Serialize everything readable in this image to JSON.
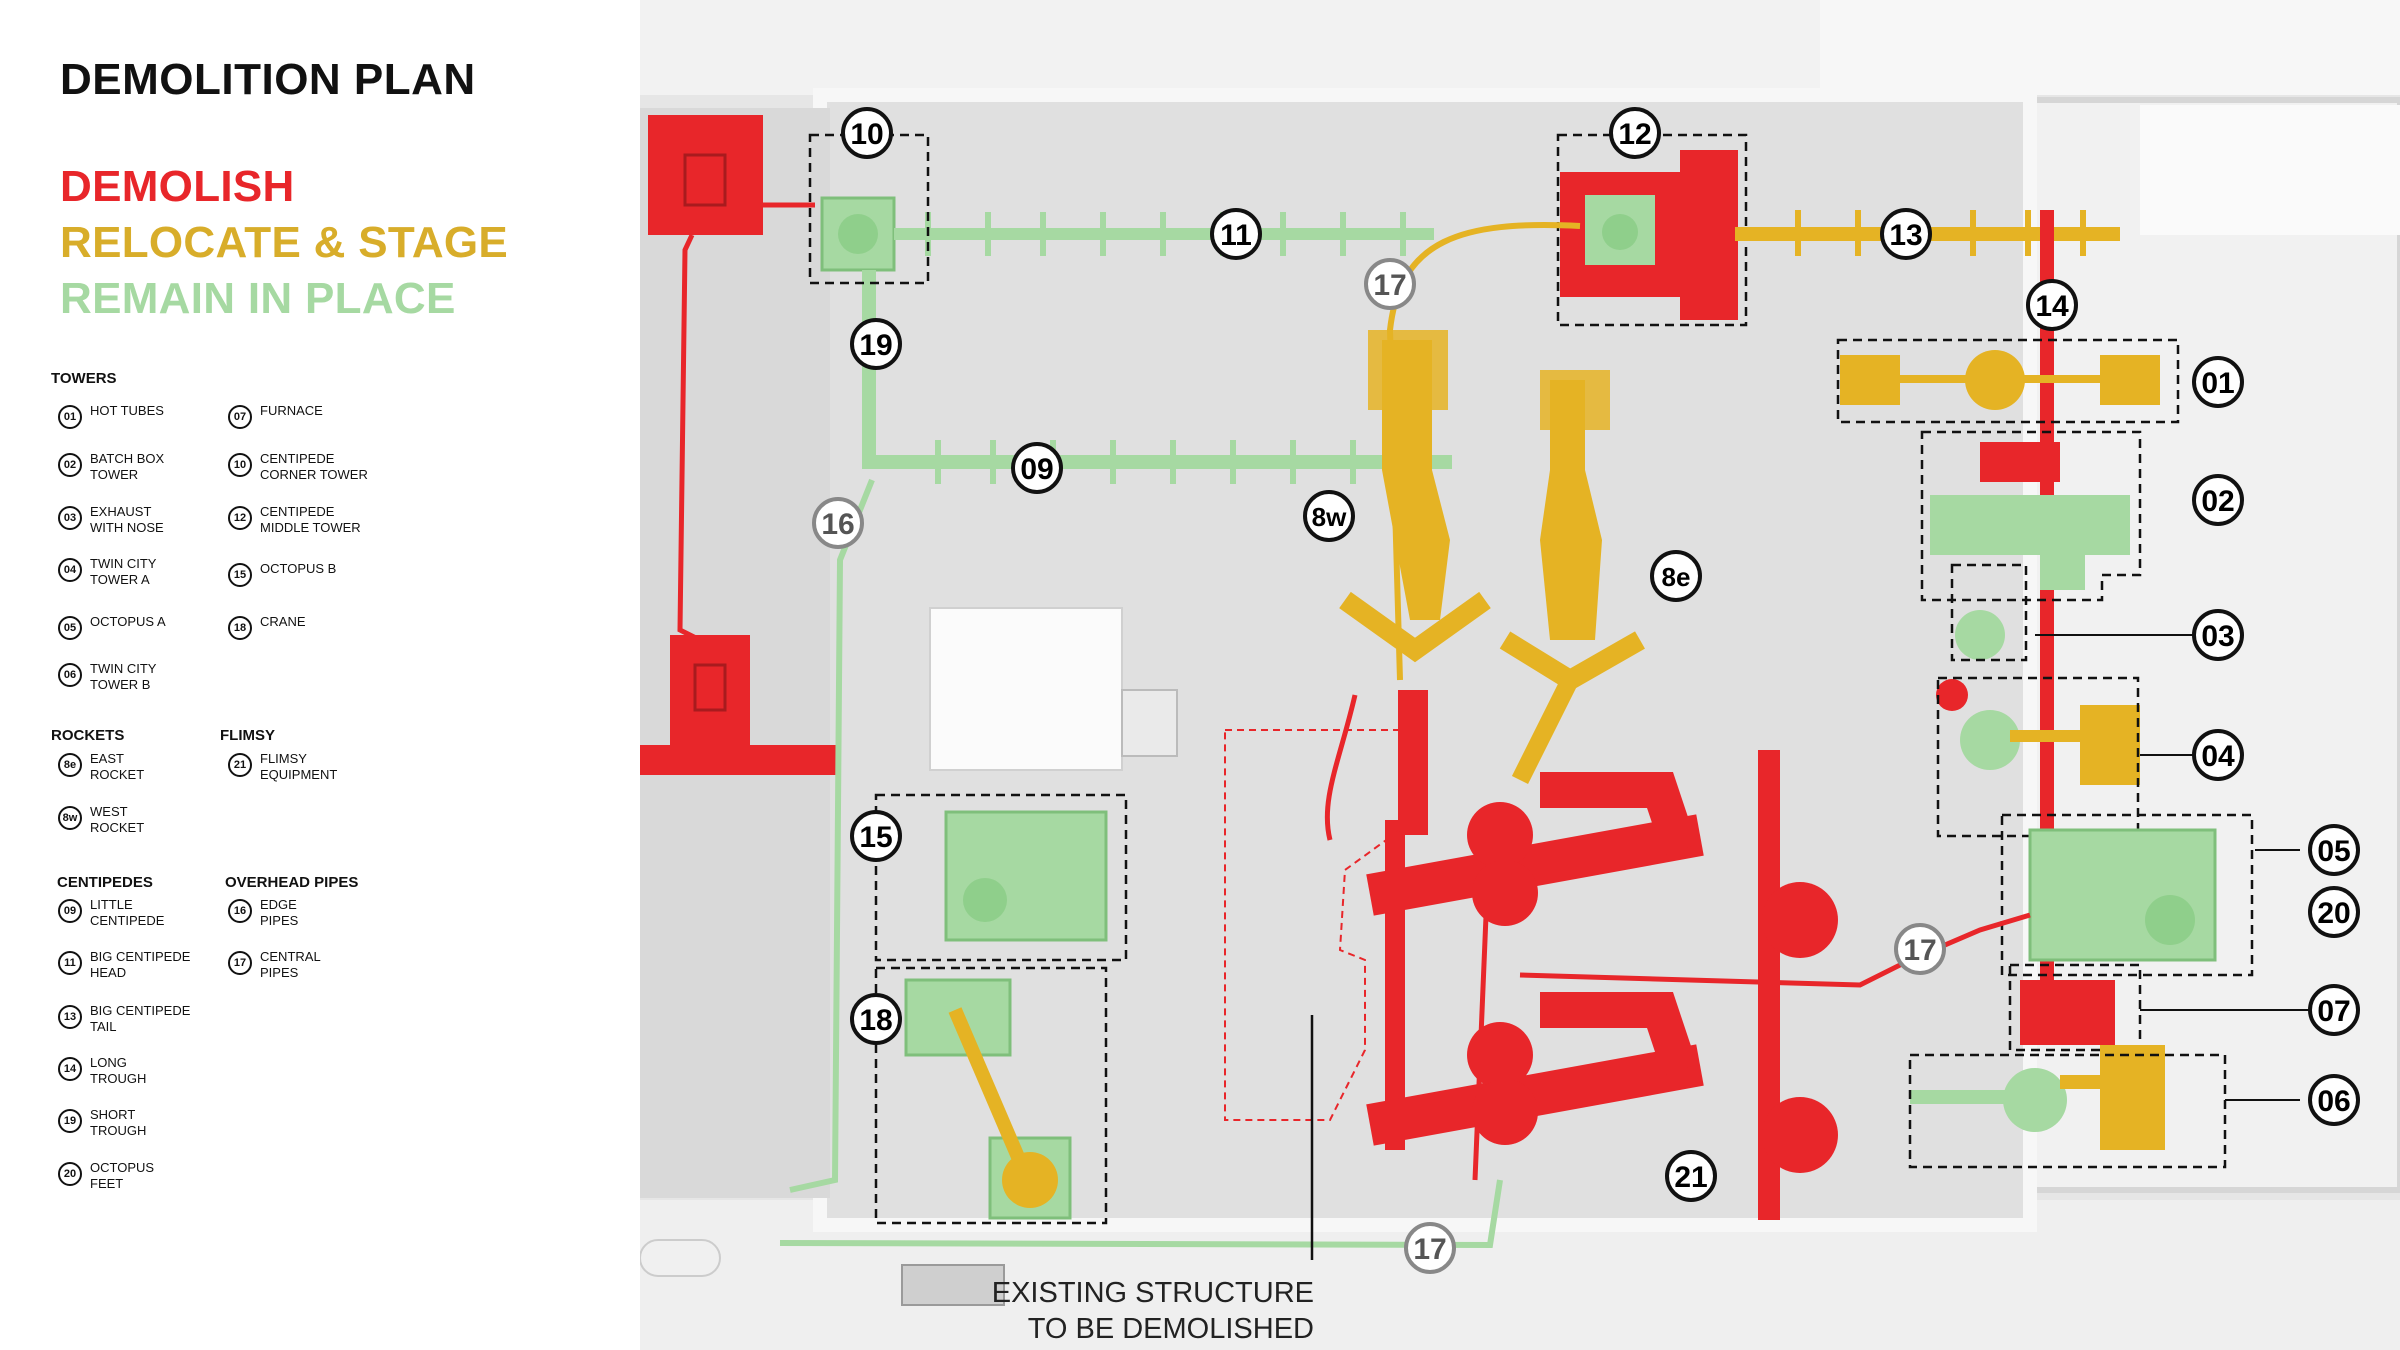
{
  "title": "DEMOLITION PLAN",
  "key": [
    {
      "label": "DEMOLISH",
      "color": "#e8262a"
    },
    {
      "label": "RELOCATE & STAGE",
      "color": "#d8ad2a"
    },
    {
      "label": "REMAIN IN PLACE",
      "color": "#a6d9a2"
    }
  ],
  "sections": {
    "towers": "TOWERS",
    "rockets": "ROCKETS",
    "flimsy": "FLIMSY",
    "centipedes": "CENTIPEDES",
    "overhead_pipes": "OVERHEAD PIPES"
  },
  "towers_col1": [
    {
      "num": "01",
      "label": "HOT TUBES"
    },
    {
      "num": "02",
      "label": "BATCH BOX\nTOWER"
    },
    {
      "num": "03",
      "label": "EXHAUST\nWITH NOSE"
    },
    {
      "num": "04",
      "label": "TWIN CITY\nTOWER A"
    },
    {
      "num": "05",
      "label": "OCTOPUS A"
    },
    {
      "num": "06",
      "label": "TWIN CITY\nTOWER B"
    }
  ],
  "towers_col2": [
    {
      "num": "07",
      "label": "FURNACE"
    },
    {
      "num": "10",
      "label": "CENTIPEDE\nCORNER TOWER"
    },
    {
      "num": "12",
      "label": "CENTIPEDE\nMIDDLE TOWER"
    },
    {
      "num": "15",
      "label": "OCTOPUS B"
    },
    {
      "num": "18",
      "label": "CRANE"
    }
  ],
  "rockets": [
    {
      "num": "8e",
      "label": "EAST\nROCKET"
    },
    {
      "num": "8w",
      "label": "WEST\nROCKET"
    }
  ],
  "flimsy": [
    {
      "num": "21",
      "label": "FLIMSY\nEQUIPMENT"
    }
  ],
  "centipedes": [
    {
      "num": "09",
      "label": "LITTLE\nCENTIPEDE"
    },
    {
      "num": "11",
      "label": "BIG CENTIPEDE\nHEAD"
    },
    {
      "num": "13",
      "label": "BIG CENTIPEDE\nTAIL"
    },
    {
      "num": "14",
      "label": "LONG\nTROUGH"
    },
    {
      "num": "19",
      "label": "SHORT\nTROUGH"
    },
    {
      "num": "20",
      "label": "OCTOPUS\nFEET"
    }
  ],
  "overhead_pipes": [
    {
      "num": "16",
      "label": "EDGE\nPIPES"
    },
    {
      "num": "17",
      "label": "CENTRAL\nPIPES"
    }
  ],
  "plan_labels": [
    "10",
    "12",
    "11",
    "13",
    "17",
    "14",
    "01",
    "19",
    "09",
    "02",
    "16",
    "8w",
    "8e",
    "03",
    "04",
    "05",
    "20",
    "15",
    "17",
    "07",
    "18",
    "06",
    "21",
    "17"
  ],
  "existing_structure": {
    "line1": "EXISTING STRUCTURE",
    "line2": "TO BE DEMOLISHED"
  },
  "colors": {
    "demolish": "#e8262a",
    "relocate": "#e5b324",
    "remain": "#a6d9a2",
    "floor": "#e2e2e2",
    "wall": "#f4f4f4"
  }
}
